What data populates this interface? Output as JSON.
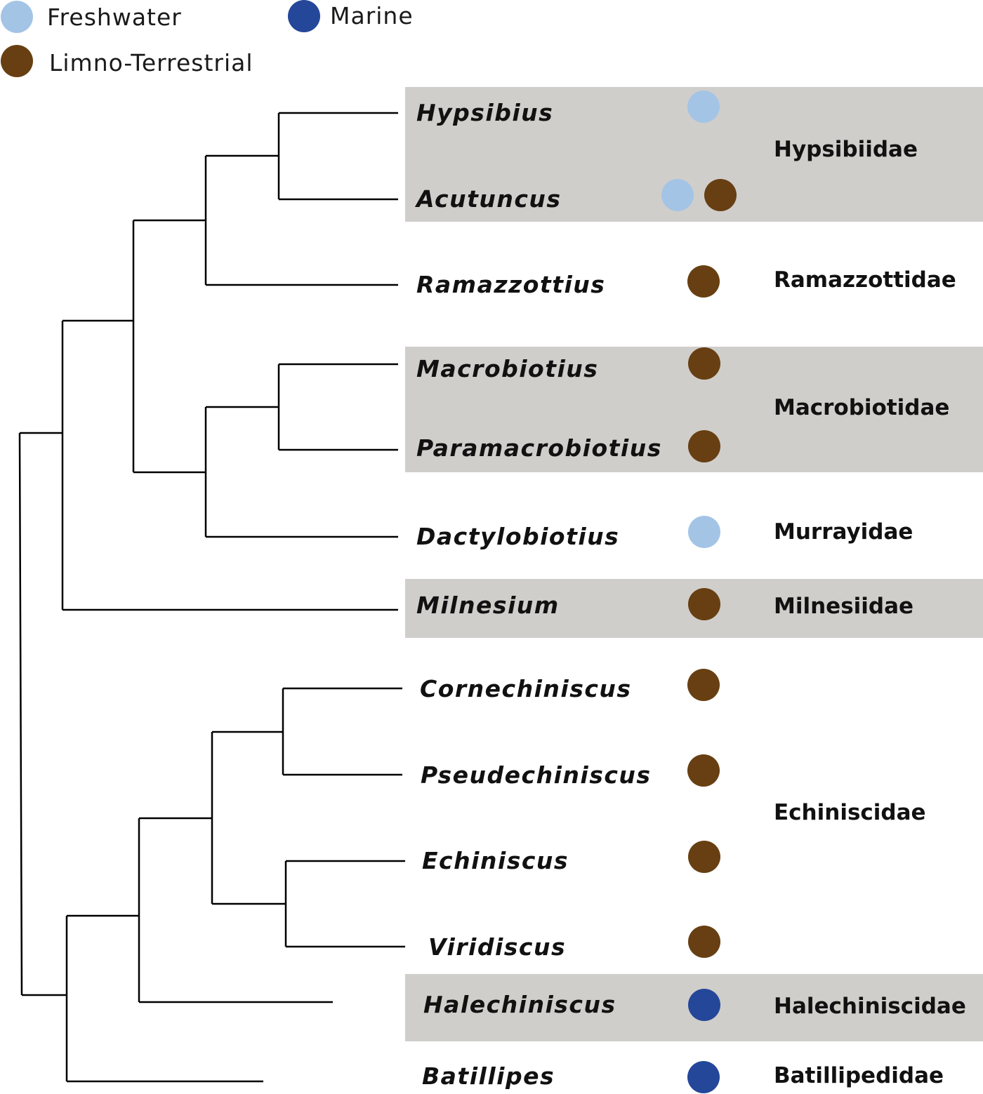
{
  "legend": {
    "items": [
      {
        "label": "Freshwater",
        "color": "#a4c4e6"
      },
      {
        "label": "Marine",
        "color": "#25479a"
      },
      {
        "label": "Limno-Terrestrial",
        "color": "#673f12"
      }
    ]
  },
  "colors": {
    "freshwater": "#a4c4e6",
    "marine": "#25479a",
    "limno_terrestrial": "#673f12",
    "family_band": "#d0cecb"
  },
  "genera": [
    {
      "name": "Hypsibius",
      "habitats": [
        "freshwater"
      ]
    },
    {
      "name": "Acutuncus",
      "habitats": [
        "freshwater",
        "limno_terrestrial"
      ]
    },
    {
      "name": "Ramazzottius",
      "habitats": [
        "limno_terrestrial"
      ]
    },
    {
      "name": "Macrobiotius",
      "habitats": [
        "limno_terrestrial"
      ]
    },
    {
      "name": "Paramacrobiotius",
      "habitats": [
        "limno_terrestrial"
      ]
    },
    {
      "name": "Dactylobiotius",
      "habitats": [
        "freshwater"
      ]
    },
    {
      "name": "Milnesium",
      "habitats": [
        "limno_terrestrial"
      ]
    },
    {
      "name": "Cornechiniscus",
      "habitats": [
        "limno_terrestrial"
      ]
    },
    {
      "name": "Pseudechiniscus",
      "habitats": [
        "limno_terrestrial"
      ]
    },
    {
      "name": "Echiniscus",
      "habitats": [
        "limno_terrestrial"
      ]
    },
    {
      "name": "Viridiscus",
      "habitats": [
        "limno_terrestrial"
      ]
    },
    {
      "name": "Halechiniscus",
      "habitats": [
        "marine"
      ]
    },
    {
      "name": "Batillipes",
      "habitats": [
        "marine"
      ]
    }
  ],
  "families": [
    {
      "name": "Hypsibiidae",
      "genera": [
        "Hypsibius",
        "Acutuncus"
      ],
      "highlighted": true
    },
    {
      "name": "Ramazzottidae",
      "genera": [
        "Ramazzottius"
      ],
      "highlighted": false
    },
    {
      "name": "Macrobiotidae",
      "genera": [
        "Macrobiotius",
        "Paramacrobiotius"
      ],
      "highlighted": true
    },
    {
      "name": "Murrayidae",
      "genera": [
        "Dactylobiotius"
      ],
      "highlighted": false
    },
    {
      "name": "Milnesiidae",
      "genera": [
        "Milnesium"
      ],
      "highlighted": true
    },
    {
      "name": "Echiniscidae",
      "genera": [
        "Cornechiniscus",
        "Pseudechiniscus",
        "Echiniscus",
        "Viridiscus"
      ],
      "highlighted": false
    },
    {
      "name": "Halechiniscidae",
      "genera": [
        "Halechiniscus"
      ],
      "highlighted": true
    },
    {
      "name": "Batillipedidae",
      "genera": [
        "Batillipes"
      ],
      "highlighted": false
    }
  ]
}
